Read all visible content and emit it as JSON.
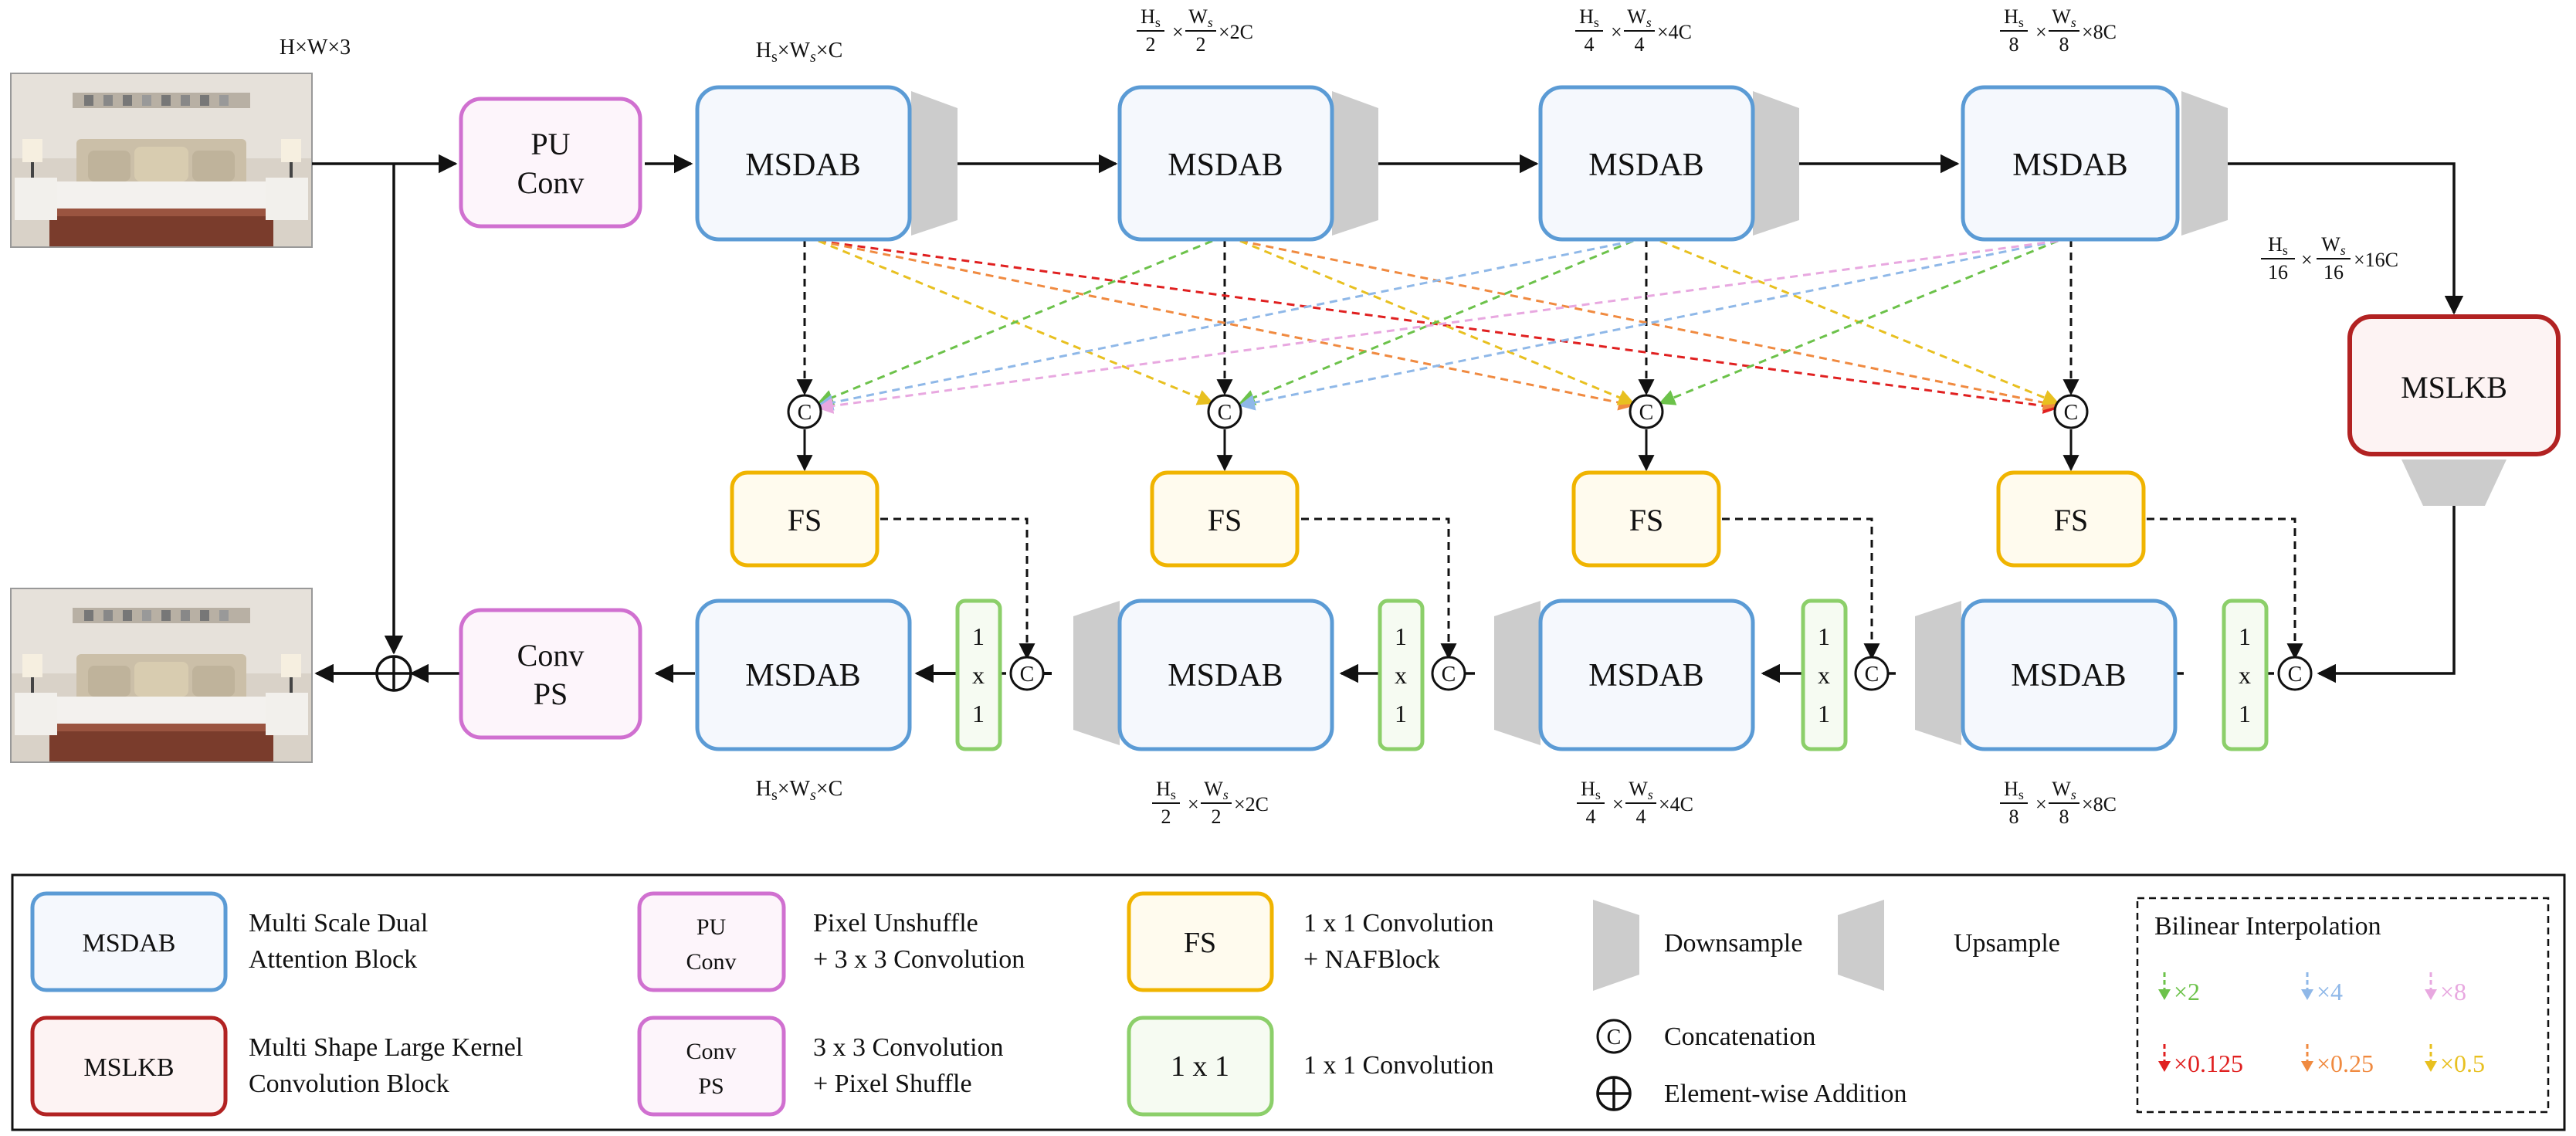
{
  "dims": {
    "input": "H×W×3",
    "level1": {
      "H": "H",
      "Hsub": "s",
      "W": "W",
      "Wsub": "s",
      "ch": "C"
    },
    "level2": {
      "hn": "H",
      "hs": "s",
      "hd": "2",
      "wn": "W",
      "ws": "s",
      "wd": "2",
      "ch": "×2C"
    },
    "level3": {
      "hn": "H",
      "hs": "s",
      "hd": "4",
      "wn": "W",
      "ws": "s",
      "wd": "4",
      "ch": "×4C"
    },
    "level4": {
      "hn": "H",
      "hs": "s",
      "hd": "8",
      "wn": "W",
      "ws": "s",
      "wd": "8",
      "ch": "×8C"
    },
    "bottleneck": {
      "hn": "H",
      "hs": "s",
      "hd": "16",
      "wn": "W",
      "ws": "s",
      "wd": "16",
      "ch": "×16C"
    }
  },
  "blocks": {
    "pu_conv_line1": "PU",
    "pu_conv_line2": "Conv",
    "conv_ps_line1": "Conv",
    "conv_ps_line2": "PS",
    "msdab": "MSDAB",
    "mslkb": "MSLKB",
    "fs": "FS",
    "one_x_one": [
      "1",
      "x",
      "1"
    ],
    "concat_symbol": "C"
  },
  "legend": {
    "msdab": {
      "box": "MSDAB",
      "line1": "Multi Scale Dual",
      "line2": "Attention Block"
    },
    "mslkb": {
      "box": "MSLKB",
      "line1": "Multi Shape Large Kernel",
      "line2": "Convolution Block"
    },
    "pu_conv": {
      "box1": "PU",
      "box2": "Conv",
      "line1": "Pixel Unshuffle",
      "line2": "+ 3 x 3 Convolution"
    },
    "conv_ps": {
      "box1": "Conv",
      "box2": "PS",
      "line1": "3 x 3 Convolution",
      "line2": "+ Pixel Shuffle"
    },
    "fs": {
      "box": "FS",
      "line1": "1 x 1 Convolution",
      "line2": "+ NAFBlock"
    },
    "one_by_one": {
      "box": "1 x 1",
      "line1": "1 x 1 Convolution"
    },
    "downsample": "Downsample",
    "upsample": "Upsample",
    "concatenation": "Concatenation",
    "addition": "Element-wise Addition",
    "interp_title": "Bilinear Interpolation",
    "interp": [
      {
        "label": "×2",
        "color": "#6cc24a"
      },
      {
        "label": "×4",
        "color": "#8fb8e8"
      },
      {
        "label": "×8",
        "color": "#e8a8e0"
      },
      {
        "label": "×0.125",
        "color": "#e02020"
      },
      {
        "label": "×0.25",
        "color": "#f08a40"
      },
      {
        "label": "×0.5",
        "color": "#e8c020"
      }
    ]
  },
  "colors": {
    "msdab_stroke": "#5b9bd5",
    "msdab_fill": "#f5f8fd",
    "mslkb_stroke": "#b22222",
    "mslkb_fill": "#fdf3f3",
    "pu_stroke": "#d070d0",
    "pu_fill": "#fdf5fb",
    "fs_stroke": "#f0b400",
    "fs_fill": "#fffbee",
    "onex1_stroke": "#8ccf6a",
    "onex1_fill": "#f6fbf2",
    "trap": "#cccccc"
  }
}
